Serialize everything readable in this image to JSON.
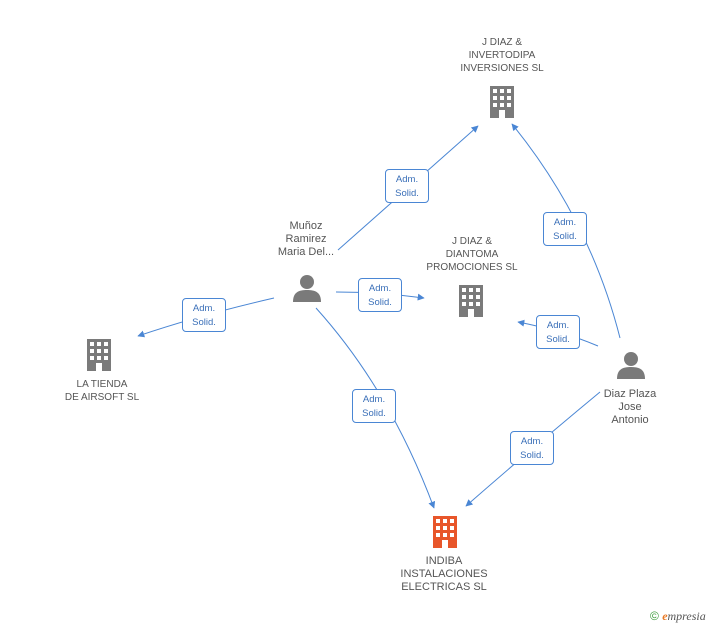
{
  "nodes": {
    "invertodipa": {
      "label": "J DIAZ &\nINVERTODIPA\nINVERSIONES SL",
      "kind": "company"
    },
    "diantoma": {
      "label": "J DIAZ &\nDIANTOMA\nPROMOCIONES SL",
      "kind": "company"
    },
    "tienda": {
      "label": "LA TIENDA\nDE AIRSOFT SL",
      "kind": "company"
    },
    "indiba": {
      "label": "INDIBA\nINSTALACIONES\nELECTRICAS SL",
      "kind": "company-highlight"
    },
    "munoz": {
      "label": "Muñoz\nRamirez\nMaria Del...",
      "kind": "person"
    },
    "diaz": {
      "label": "Diaz Plaza\nJose\nAntonio",
      "kind": "person"
    }
  },
  "edges": [
    {
      "id": "munoz-invertodipa",
      "label": "Adm.\nSolid."
    },
    {
      "id": "munoz-diantoma",
      "label": "Adm.\nSolid."
    },
    {
      "id": "munoz-tienda",
      "label": "Adm.\nSolid."
    },
    {
      "id": "munoz-indiba",
      "label": "Adm.\nSolid."
    },
    {
      "id": "diaz-invertodipa",
      "label": "Adm.\nSolid."
    },
    {
      "id": "diaz-diantoma",
      "label": "Adm.\nSolid."
    },
    {
      "id": "diaz-indiba",
      "label": "Adm.\nSolid."
    }
  ],
  "colors": {
    "edge": "#4a86d4",
    "company": "#7a7a7a",
    "highlight": "#e8562a",
    "person": "#7a7a7a"
  },
  "watermark": {
    "symbol": "©",
    "brand_initial": "e",
    "brand_rest": "mpresia"
  }
}
